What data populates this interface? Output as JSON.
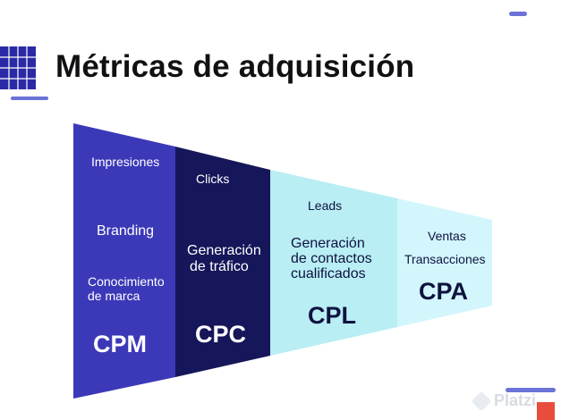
{
  "header": {
    "title": "Métricas de adquisición"
  },
  "funnel": {
    "stages": [
      {
        "metric": "CPM",
        "items": [
          "Impresiones",
          "Branding",
          "Conocimiento de marca"
        ],
        "lines": [
          "Impresiones",
          "Branding",
          "Conocimiento",
          "de marca"
        ],
        "color": "#3c39b8"
      },
      {
        "metric": "CPC",
        "items": [
          "Clicks",
          "Generación de tráfico"
        ],
        "lines": [
          "Clicks",
          "Generación",
          "de tráfico"
        ],
        "color": "#16165a"
      },
      {
        "metric": "CPL",
        "items": [
          "Leads",
          "Generación de contactos cualificados"
        ],
        "lines": [
          "Leads",
          "Generación",
          "de contactos",
          "cualificados"
        ],
        "color": "#b8eef4"
      },
      {
        "metric": "CPA",
        "items": [
          "Ventas",
          "Transacciones"
        ],
        "lines": [
          "Ventas",
          "Transacciones"
        ],
        "color": "#d2f6fb"
      }
    ]
  },
  "colors": {
    "accent": "#6b73d6",
    "title": "#111114"
  },
  "watermark": {
    "text": "Platzi"
  }
}
